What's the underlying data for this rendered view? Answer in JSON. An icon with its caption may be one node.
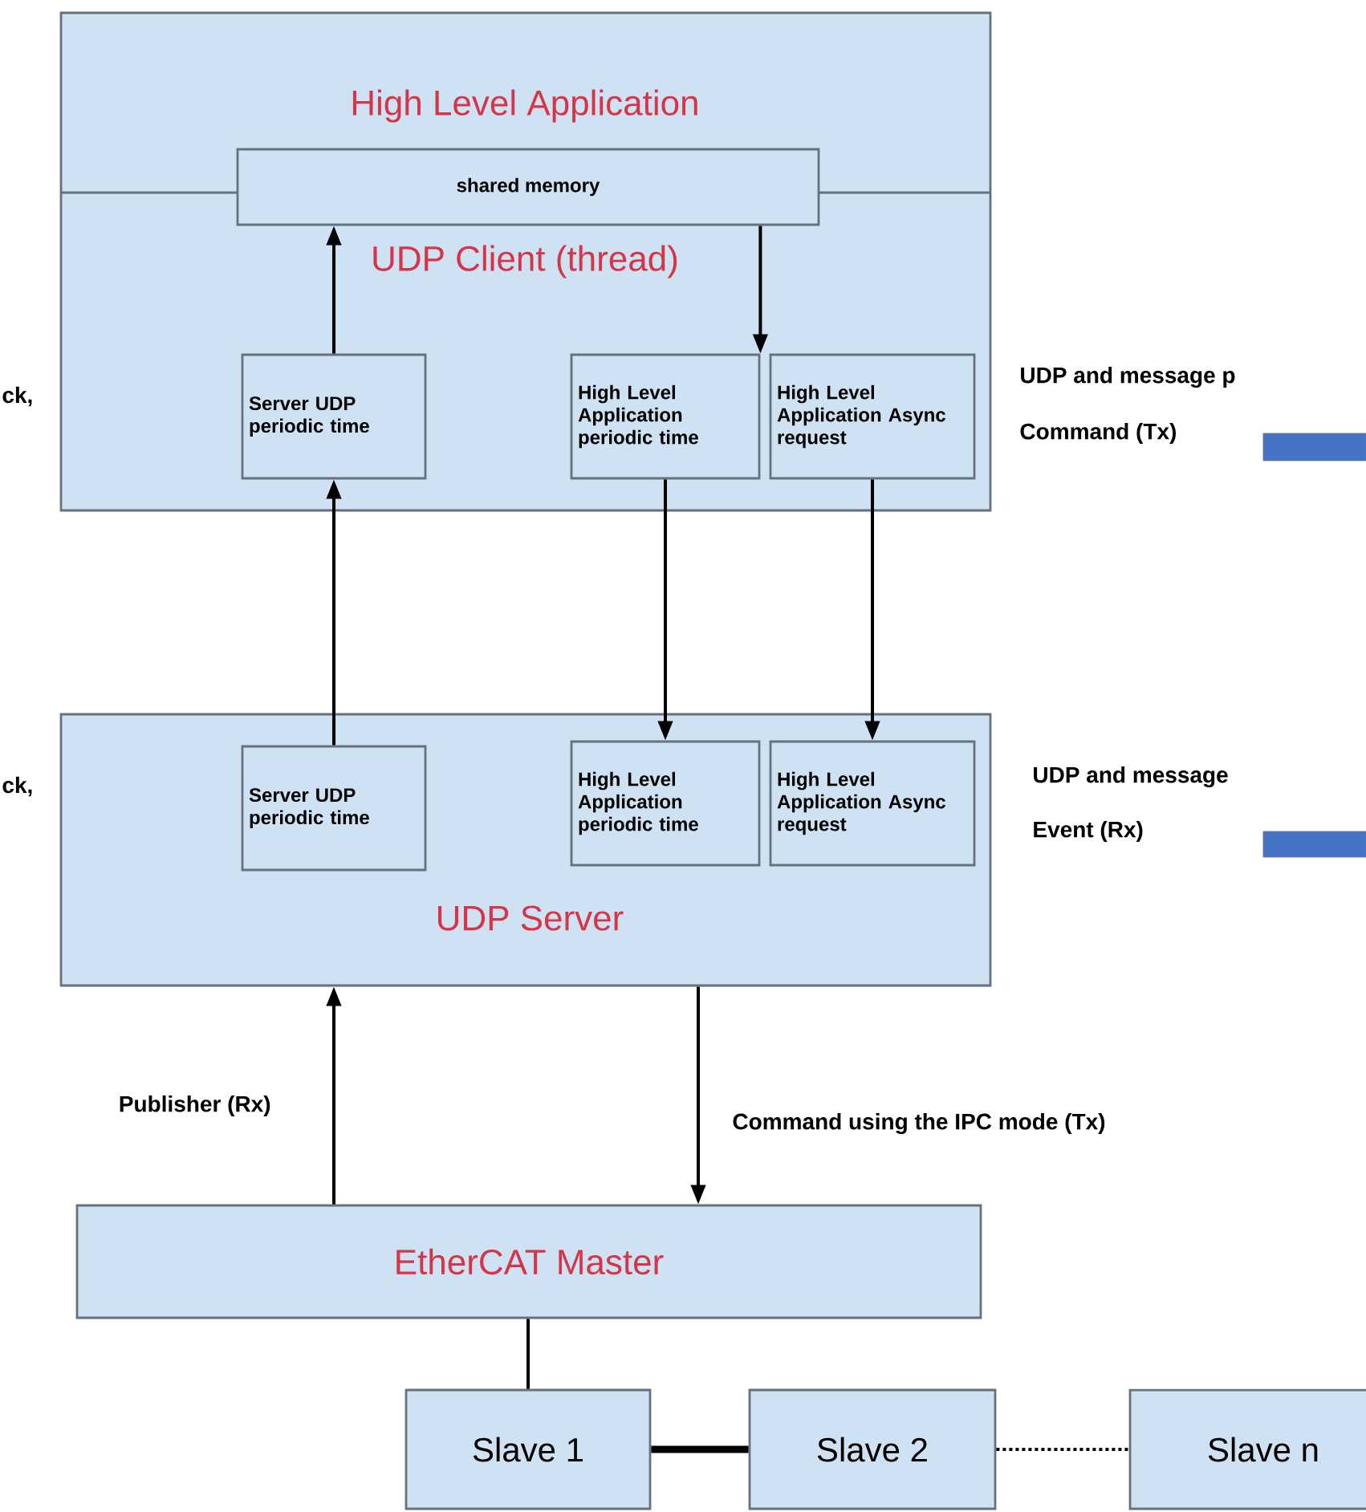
{
  "diagram": {
    "nodes": [
      {
        "text": [
          "High Level Application",
          "UDP Client (thread)"
        ]
      },
      {
        "text": [
          "shared memory"
        ],
        "in": 0
      },
      {
        "text": [
          "Server UDP periodic time"
        ],
        "in": 0
      },
      {
        "text": [
          "High Level Application periodic time"
        ],
        "in": 0
      },
      {
        "text": [
          "High Level Application Async request"
        ],
        "in": 0
      },
      {
        "text": [
          "UDP Server"
        ]
      },
      {
        "text": [
          "Server UDP periodic time"
        ],
        "in": 5
      },
      {
        "text": [
          "High Level Application periodic time"
        ],
        "in": 5
      },
      {
        "text": [
          "High Level Application Async request"
        ],
        "in": 5
      },
      {
        "text": [
          "EtherCAT Master"
        ]
      },
      {
        "text": [
          "Slave 1"
        ]
      },
      {
        "text": [
          "Slave 2"
        ]
      },
      {
        "text": [
          "Slave n"
        ]
      }
    ],
    "edges": [
      {
        "from": 6,
        "to": 2,
        "arrow": "to"
      },
      {
        "from": 2,
        "to": 1,
        "arrow": "to"
      },
      {
        "from": 1,
        "to": 3,
        "arrow": "to"
      },
      {
        "from": 3,
        "to": 7,
        "arrow": "to"
      },
      {
        "from": 4,
        "to": 8,
        "arrow": "to"
      },
      {
        "from": 9,
        "to": 5,
        "arrow": "to",
        "label": "Publisher (Rx)"
      },
      {
        "from": 5,
        "to": 9,
        "arrow": "to",
        "label": "Command using the IPC mode (Tx)"
      },
      {
        "from": 9,
        "to": 10,
        "arrow": "none"
      },
      {
        "from": 10,
        "to": 11,
        "arrow": "none",
        "style": "thick"
      },
      {
        "from": 11,
        "to": 12,
        "arrow": "none",
        "style": "dashed"
      }
    ],
    "labels": [
      "ck,",
      "UDP and message p",
      "Command (Tx)",
      "ck,",
      "UDP and message",
      "Event (Rx)"
    ]
  }
}
